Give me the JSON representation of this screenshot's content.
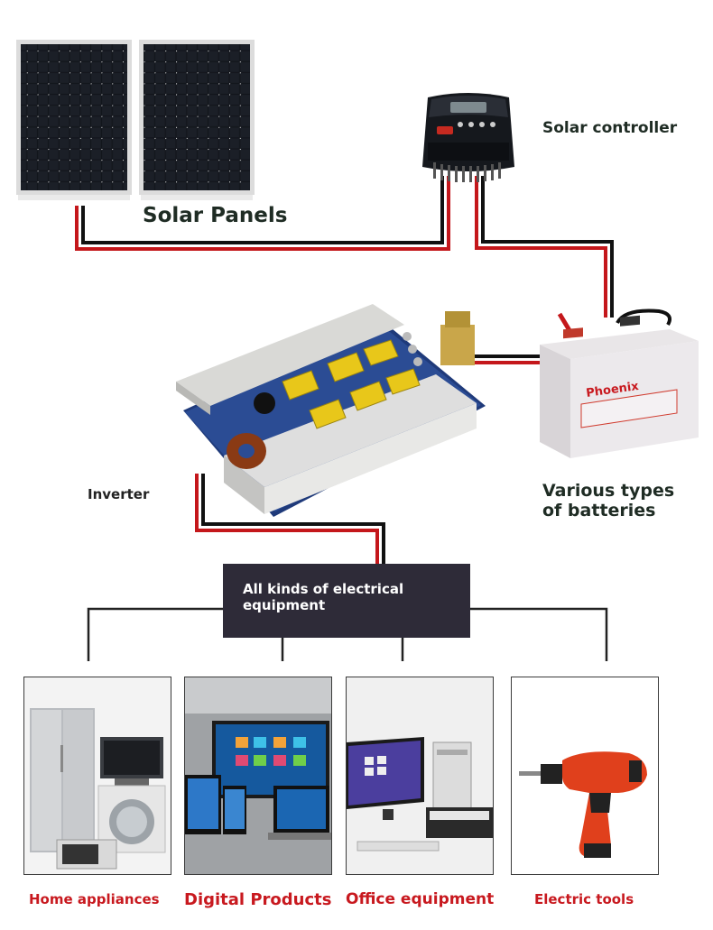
{
  "labels": {
    "solar_panels": "Solar Panels",
    "solar_controller": "Solar controller",
    "inverter": "Inverter",
    "batteries_line1": "Various types",
    "batteries_line2": "of batteries",
    "equipment_line1": "All kinds of electrical",
    "equipment_line2": "equipment"
  },
  "battery_brand": "Phoenix",
  "categories": [
    {
      "id": "home",
      "caption": "Home appliances"
    },
    {
      "id": "digital",
      "caption": "Digital Products"
    },
    {
      "id": "office",
      "caption": "Office equipment"
    },
    {
      "id": "tools",
      "caption": "Electric tools"
    }
  ],
  "colors": {
    "wire_red": "#c4171b",
    "wire_black": "#111111",
    "caption_red": "#c8191f",
    "label_dark": "#1f2c24",
    "equipment_box": "#2e2b38"
  }
}
